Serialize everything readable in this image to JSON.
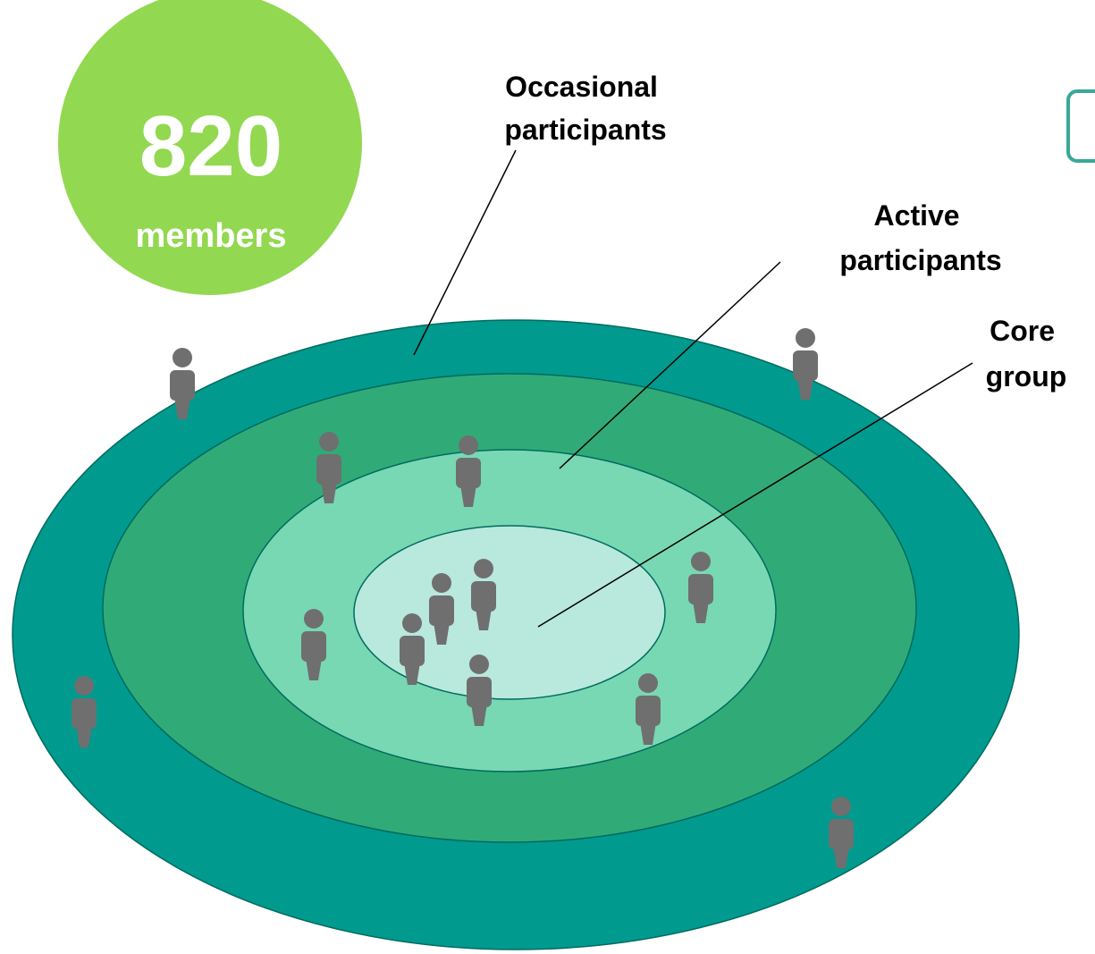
{
  "colors": {
    "badge": "#92d851",
    "badge_text": "#ffffff",
    "ring_outer": "#009a8f",
    "ring_active": "#30ab78",
    "ring_inner": "#78d8b4",
    "ring_core": "#b9e8dd",
    "ring_stroke": "#006b5e",
    "person": "#6f6f6f",
    "edge_box": "#3aa897"
  },
  "badge": {
    "number": "820",
    "unit": "members"
  },
  "labels": {
    "occasional": [
      "Occasional",
      "participants"
    ],
    "active": [
      "Active",
      "participants"
    ],
    "core": [
      "Core",
      "group"
    ]
  },
  "icons": {
    "person": "person-icon"
  }
}
